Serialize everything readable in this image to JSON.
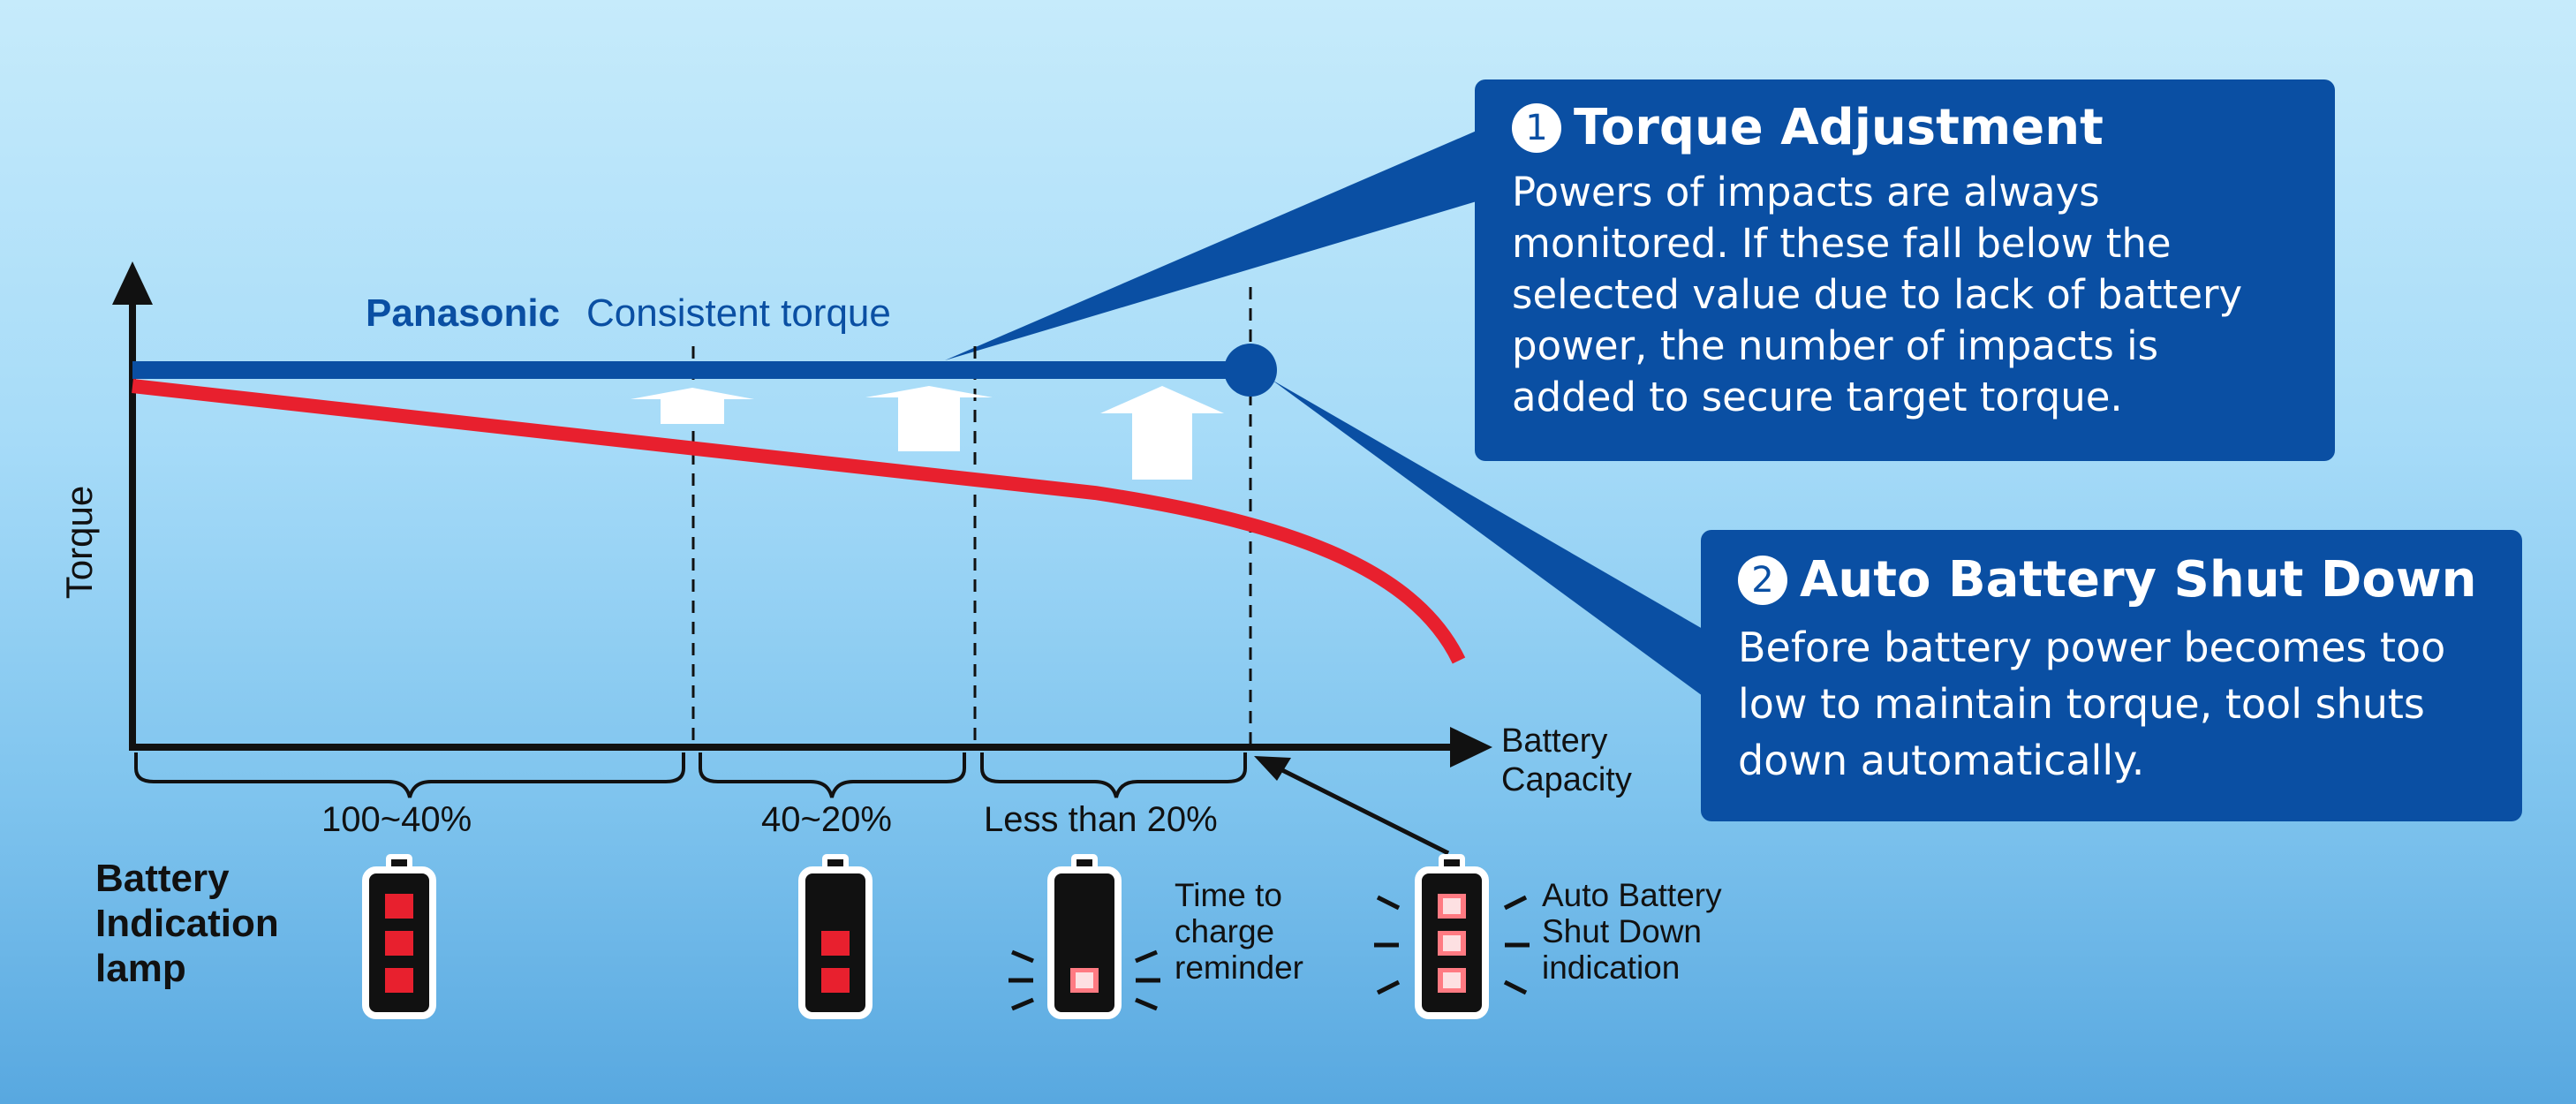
{
  "brand": "Panasonic",
  "brand_line": "Consistent torque",
  "y_axis_label": "Torque",
  "x_axis_label_line1": "Battery",
  "x_axis_label_line2": "Capacity",
  "ranges": [
    "100~40%",
    "40~20%",
    "Less than 20%"
  ],
  "lamp_title_line1": "Battery",
  "lamp_title_line2": "Indication",
  "lamp_title_line3": "lamp",
  "lamp_note_charge": [
    "Time to",
    "charge",
    "reminder"
  ],
  "lamp_note_shutdown": [
    "Auto Battery",
    "Shut Down",
    "indication"
  ],
  "callout1": {
    "number": "1",
    "title": "Torque Adjustment",
    "lines": [
      "Powers of impacts are always",
      "monitored. If these fall below the",
      "selected value due to lack of battery",
      "power, the number of impacts is",
      "added to secure target torque."
    ]
  },
  "callout2": {
    "number": "2",
    "title": "Auto Battery Shut Down",
    "lines": [
      "Before battery power becomes too",
      "low to maintain torque, tool shuts",
      "down automatically."
    ]
  },
  "colors": {
    "consistent_torque_line": "#0a4fa3",
    "declining_torque_line": "#e8202e",
    "callout_bg": "#0a4fa3",
    "lamp_lit": "#e8202e"
  }
}
